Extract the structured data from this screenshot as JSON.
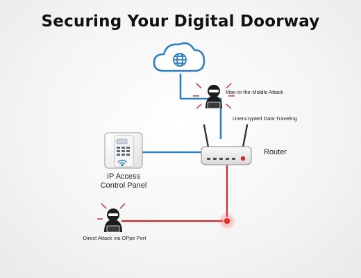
{
  "title": "Securing Your Digital Doorway",
  "labels": {
    "mitm": "Man-in-the-Middle Attack",
    "unencrypted": "Unencrypted Data Traveling",
    "router": "Router",
    "panel_line1": "IP Access",
    "panel_line2": "Control Panel",
    "direct_attack": "Direct Attack via OPpe Port"
  },
  "icons": {
    "cloud": "cloud-icon",
    "globe": "globe-icon",
    "hacker": "hacker-icon",
    "router": "router-icon",
    "panel": "access-panel-icon",
    "wifi": "wifi-icon",
    "open_port": "open-port-icon"
  },
  "colors": {
    "secure_line": "#2d7fc1",
    "attack_line": "#cc2a2a",
    "title": "#111111"
  }
}
